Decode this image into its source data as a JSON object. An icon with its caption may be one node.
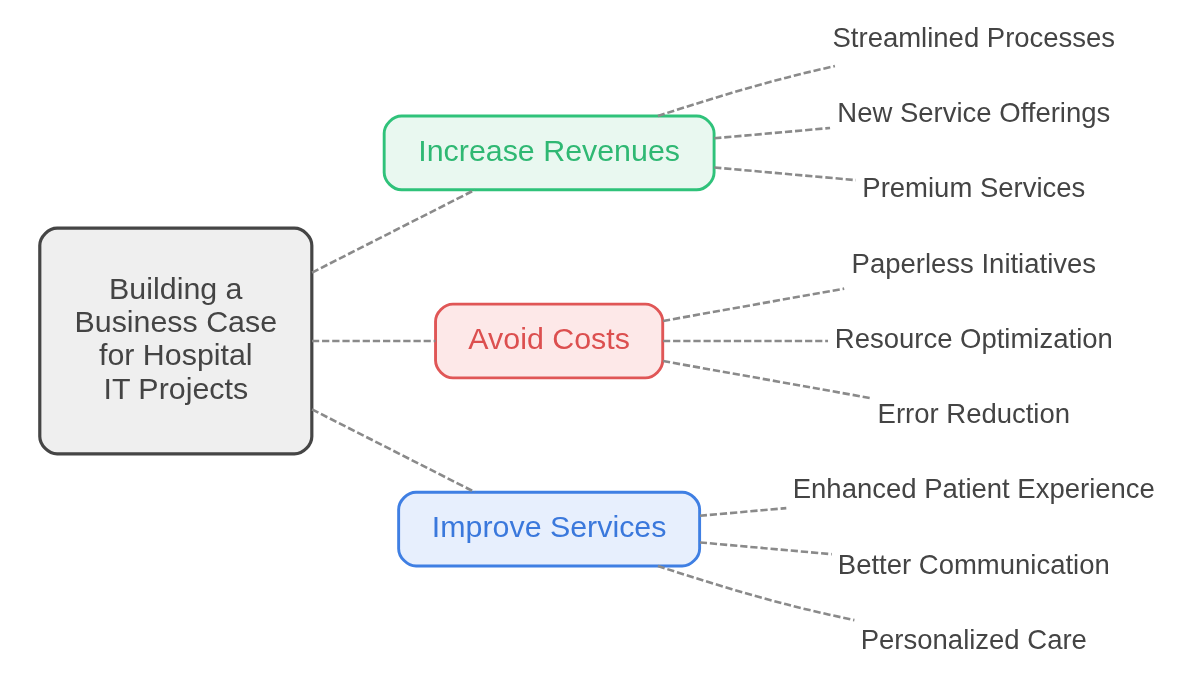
{
  "diagram": {
    "nodes": [
      {
        "text": [
          "Building a Business Case for Hospital IT Projects"
        ]
      },
      {
        "text": [
          "Increase Revenues"
        ]
      },
      {
        "text": [
          "Streamlined Processes"
        ]
      },
      {
        "text": [
          "New Service Offerings"
        ]
      },
      {
        "text": [
          "Premium Services"
        ]
      },
      {
        "text": [
          "Avoid Costs"
        ]
      },
      {
        "text": [
          "Paperless Initiatives"
        ]
      },
      {
        "text": [
          "Resource Optimization"
        ]
      },
      {
        "text": [
          "Error Reduction"
        ]
      },
      {
        "text": [
          "Improve Services"
        ]
      },
      {
        "text": [
          "Enhanced Patient Experience"
        ]
      },
      {
        "text": [
          "Better Communication"
        ]
      },
      {
        "text": [
          "Personalized Care"
        ]
      }
    ],
    "edges": [
      {
        "from": 0,
        "to": 1,
        "arrow": "none",
        "style": "dashed"
      },
      {
        "from": 1,
        "to": 2,
        "arrow": "none",
        "style": "dashed"
      },
      {
        "from": 1,
        "to": 3,
        "arrow": "none",
        "style": "dashed"
      },
      {
        "from": 1,
        "to": 4,
        "arrow": "none",
        "style": "dashed"
      },
      {
        "from": 0,
        "to": 5,
        "arrow": "none",
        "style": "dashed"
      },
      {
        "from": 5,
        "to": 6,
        "arrow": "none",
        "style": "dashed"
      },
      {
        "from": 5,
        "to": 7,
        "arrow": "none",
        "style": "dashed"
      },
      {
        "from": 5,
        "to": 8,
        "arrow": "none",
        "style": "dashed"
      },
      {
        "from": 0,
        "to": 9,
        "arrow": "none",
        "style": "dashed"
      },
      {
        "from": 9,
        "to": 10,
        "arrow": "none",
        "style": "dashed"
      },
      {
        "from": 9,
        "to": 11,
        "arrow": "none",
        "style": "dashed"
      },
      {
        "from": 9,
        "to": 12,
        "arrow": "none",
        "style": "dashed"
      }
    ]
  }
}
